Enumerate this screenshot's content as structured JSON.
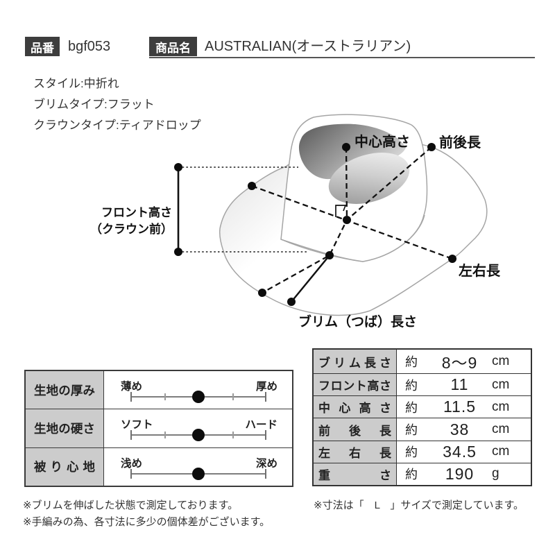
{
  "header": {
    "item_no_label": "品番",
    "item_no_value": "bgf053",
    "product_name_label": "商品名",
    "product_name_value": "AUSTRALIAN(オーストラリアン)"
  },
  "specs": {
    "style": "スタイル:中折れ",
    "brim_type": "ブリムタイプ:フラット",
    "crown_type": "クラウンタイプ:ティアドロップ"
  },
  "diagram": {
    "labels": {
      "center_height": "中心高さ",
      "front_back_length": "前後長",
      "front_height_line1": "フロント高さ",
      "front_height_line2": "（クラウン前）",
      "left_right_length": "左右長",
      "brim_length": "ブリム（つば）長さ"
    }
  },
  "feel_table": {
    "rows": [
      {
        "label": "生地の厚み",
        "min": "薄め",
        "max": "厚め",
        "value": 0.5
      },
      {
        "label": "生地の硬さ",
        "min": "ソフト",
        "max": "ハード",
        "value": 0.5
      },
      {
        "label": "被り心地",
        "min": "浅め",
        "max": "深め",
        "value": 0.5
      }
    ]
  },
  "size_table": {
    "rows": [
      {
        "label": "ブリム長さ",
        "approx": "約",
        "value": "8〜9",
        "unit": "cm"
      },
      {
        "label": "フロント高さ",
        "approx": "約",
        "value": "11",
        "unit": "cm"
      },
      {
        "label": "中心高さ",
        "approx": "約",
        "value": "11.5",
        "unit": "cm"
      },
      {
        "label": "前後長",
        "approx": "約",
        "value": "38",
        "unit": "cm"
      },
      {
        "label": "左右長",
        "approx": "約",
        "value": "34.5",
        "unit": "cm"
      },
      {
        "label": "重さ",
        "approx": "約",
        "value": "190",
        "unit": "g"
      }
    ]
  },
  "notes": {
    "left_1": "※ブリムを伸ばした状態で測定しております。",
    "left_2": "※手編みの為、各寸法に多少の個体差がございます。",
    "right_1": "※寸法は「　L　」サイズで測定しています。"
  },
  "colors": {
    "tag_box_bg": "#3d3d3d",
    "table_label_bg": "#cccccc",
    "line_black": "#111111",
    "hat_outline": "#a5a5a5"
  }
}
